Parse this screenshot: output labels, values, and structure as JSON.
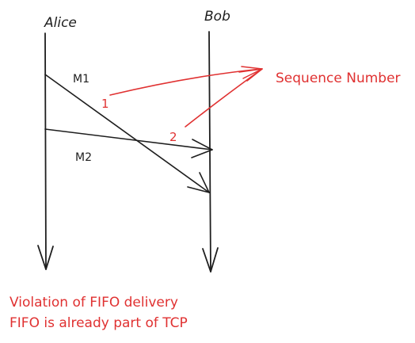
{
  "participants": {
    "left": "Alice",
    "right": "Bob"
  },
  "messages": {
    "m1_label": "M1",
    "m2_label": "M2",
    "m1_seq": "1",
    "m2_seq": "2"
  },
  "annotation": {
    "label": "Sequence Number"
  },
  "notes": {
    "line1": "Violation of FIFO delivery",
    "line2": "FIFO is already part of TCP"
  },
  "colors": {
    "ink": "#1e1e1e",
    "accent": "#e03131",
    "background": "#ffffff"
  }
}
